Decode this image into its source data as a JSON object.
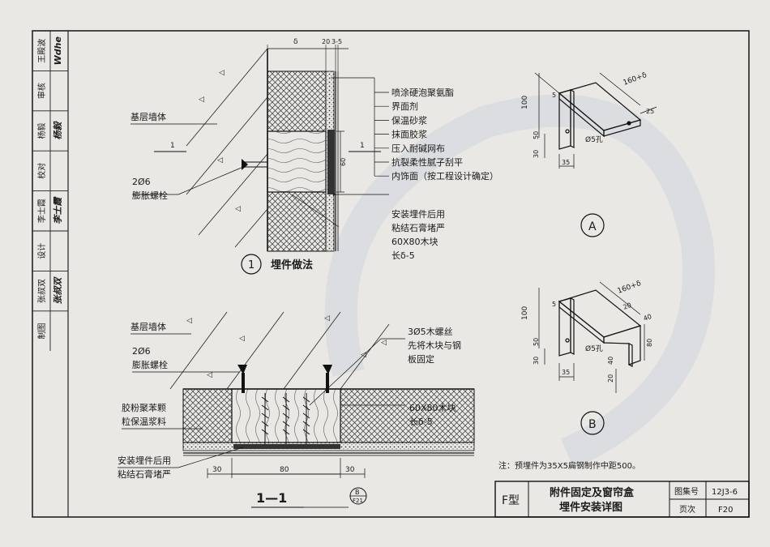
{
  "signature_strip": [
    {
      "role": "王殿波",
      "sign": "Wdhe"
    },
    {
      "role": "审核",
      "sign": ""
    },
    {
      "role": "杨毅",
      "sign": "杨毅"
    },
    {
      "role": "校对",
      "sign": ""
    },
    {
      "role": "李士霞",
      "sign": "李士霞"
    },
    {
      "role": "设计",
      "sign": ""
    },
    {
      "role": "张叔双",
      "sign": "张叔双"
    },
    {
      "role": "制图",
      "sign": ""
    }
  ],
  "detail1": {
    "dims_top": [
      "δ",
      "20",
      "3-5"
    ],
    "dim_left": "1",
    "dim_60": "60",
    "dim_right": "1",
    "label_wall": "基层墙体",
    "label_bolt_1": "2Ø6",
    "label_bolt_2": "膨胀螺栓",
    "layers": [
      "喷涂硬泡聚氨酯",
      "界面剂",
      "保温砂浆",
      "抹面胶浆",
      "压入耐碱网布",
      "抗裂柔性腻子刮平",
      "内饰面（按工程设计确定）"
    ],
    "install_1": "安装埋件后用",
    "install_2": "粘结石膏堵严",
    "block_1": "60X80木块",
    "block_2": "长δ-5",
    "title_num": "1",
    "title": "埋件做法"
  },
  "section11": {
    "label_wall": "基层墙体",
    "label_bolt_1": "2Ø6",
    "label_bolt_2": "膨胀螺栓",
    "screw_1": "3Ø5木螺丝",
    "screw_2": "先将木块与钢",
    "screw_3": "板固定",
    "insul_1": "胶粉聚苯颗",
    "insul_2": "粒保温浆料",
    "block_1": "60X80木块",
    "block_2": "长δ-5",
    "install_1": "安装埋件后用",
    "install_2": "粘结石膏堵严",
    "dims": [
      "30",
      "80",
      "30"
    ],
    "title": "1—1",
    "ref_top": "B",
    "ref_bottom": "F21"
  },
  "detail_a": {
    "dim_width": "160+δ",
    "dim_height": "100",
    "dim_5": "5",
    "dim_25": "25",
    "dim_30": "30",
    "dim_50": "50",
    "dim_35": "35",
    "hole": "Ø5孔",
    "label": "A"
  },
  "detail_b": {
    "dim_width": "160+δ",
    "dim_20": "20",
    "dim_40": "40",
    "dim_height": "100",
    "dim_5": "5",
    "dim_30": "30",
    "dim_50": "50",
    "dim_80": "80",
    "dim_20b": "20",
    "dim_40b": "40",
    "dim_35": "35",
    "hole": "Ø5孔",
    "label": "B"
  },
  "note": "注：预埋件为35X5扁钢制作中距500。",
  "title_block": {
    "type": "F型",
    "title_1": "附件固定及窗帘盒",
    "title_2": "埋件安装详图",
    "atlas_label": "图集号",
    "atlas_no": "12J3-6",
    "page_label": "页次",
    "page_no": "F20"
  }
}
